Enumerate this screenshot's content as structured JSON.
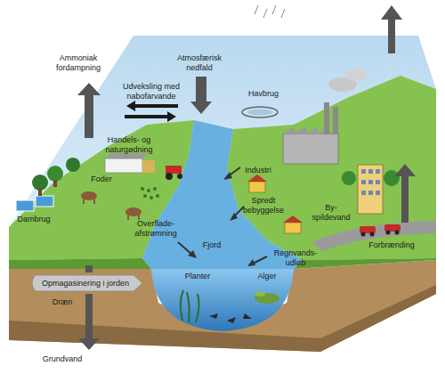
{
  "diagram": {
    "labels": [
      "Ammoniak fordampning",
      "Atmosfærisk nedfald",
      "Udveksling med nabofarvande",
      "Havbrug",
      "Handels- og naturgødning",
      "Industri",
      "Foder",
      "Spredt bebyggelse",
      "By- spildevand",
      "Overflade- afstrømning",
      "Dambrug",
      "Forbrænding",
      "Fjord",
      "Regnvands- udløb",
      "Opmagasinering i jorden",
      "Planter",
      "Alger",
      "Dræn",
      "Grundvand"
    ]
  }
}
